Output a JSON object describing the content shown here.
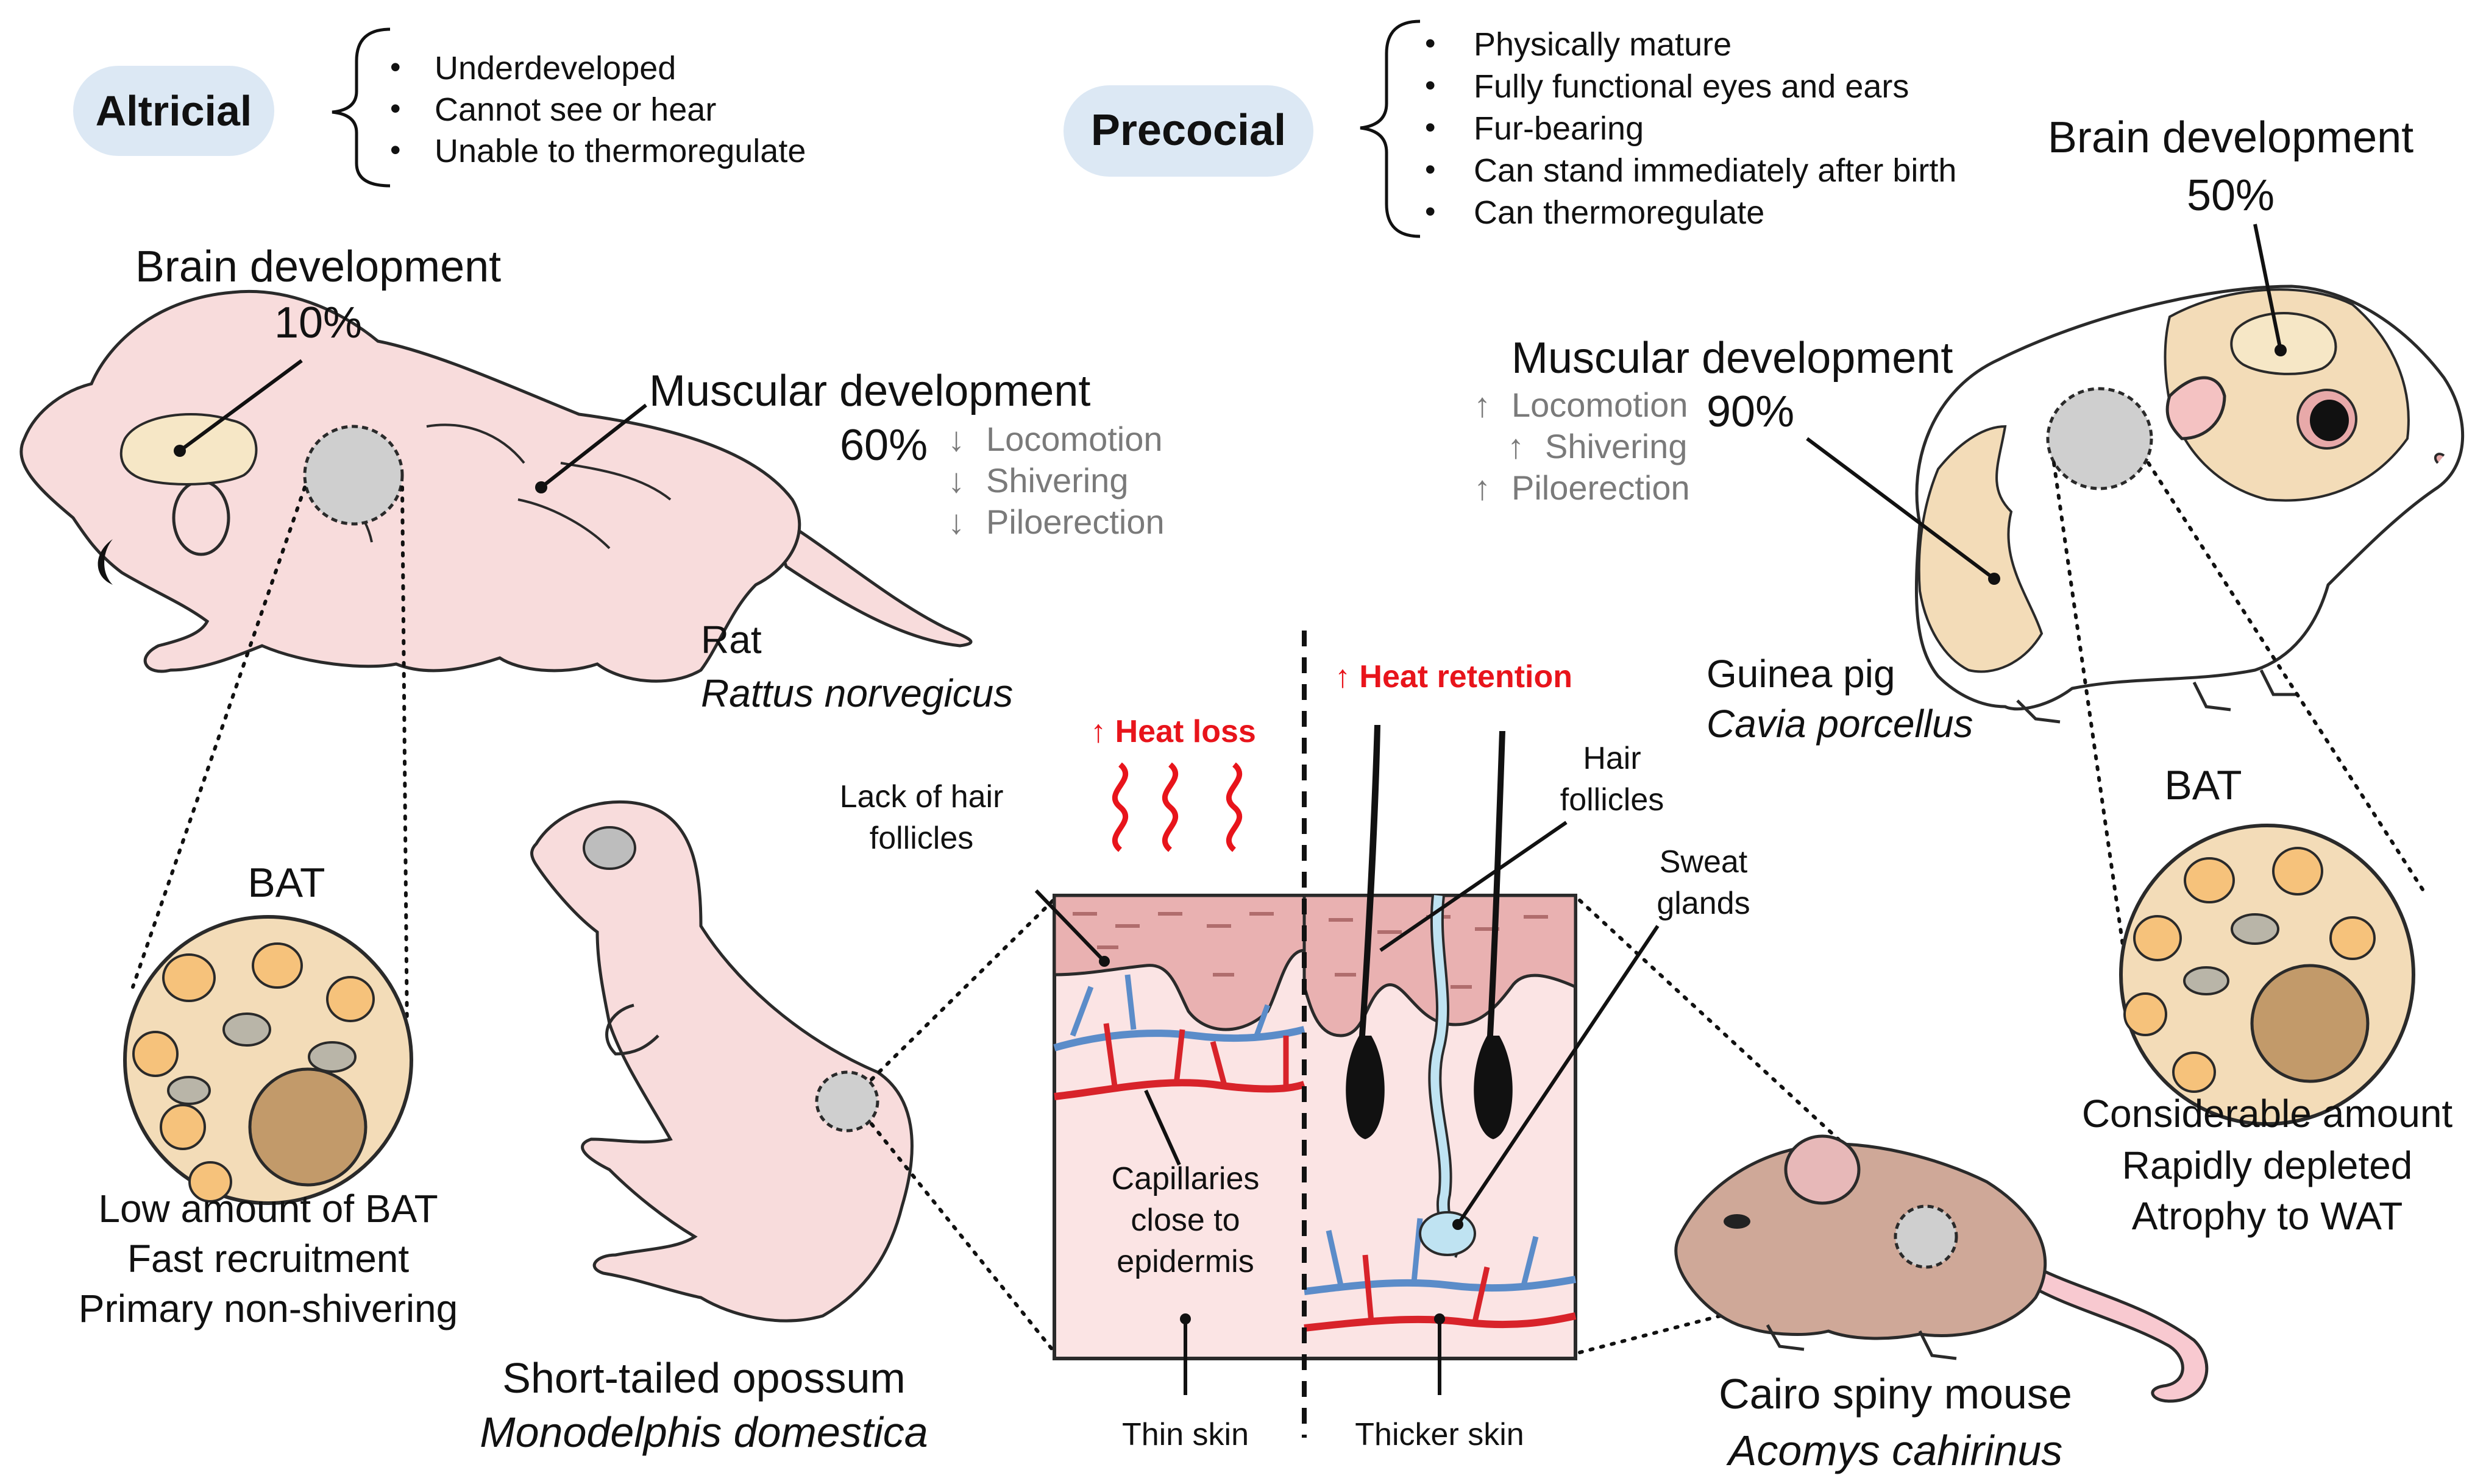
{
  "altricial": {
    "label": "Altricial",
    "traits": [
      "Underdeveloped",
      "Cannot see or hear",
      "Unable to thermoregulate"
    ]
  },
  "precocial": {
    "label": "Precocial",
    "traits": [
      "Physically mature",
      "Fully functional eyes and ears",
      "Fur-bearing",
      "Can stand immediately after birth",
      "Can thermoregulate"
    ]
  },
  "rat": {
    "brain_title": "Brain development",
    "brain_value": "10%",
    "muscle_title": "Muscular development",
    "muscle_value": "60%",
    "effects": [
      "Locomotion",
      "Shivering",
      "Piloerection"
    ],
    "arrow": "↓",
    "name": "Rat",
    "species": "Rattus norvegicus",
    "bat_title": "BAT",
    "bat_notes": [
      "Low amount of BAT",
      "Fast recruitment",
      "Primary non-shivering"
    ]
  },
  "guinea_pig": {
    "brain_title": "Brain development",
    "brain_value": "50%",
    "muscle_title": "Muscular development",
    "muscle_value": "90%",
    "effects": [
      "Locomotion",
      "Shivering",
      "Piloerection"
    ],
    "arrow": "↑",
    "name": "Guinea pig",
    "species": "Cavia porcellus",
    "bat_title": "BAT",
    "bat_notes": [
      "Considerable amount",
      "Rapidly depleted",
      "Atrophy to WAT"
    ]
  },
  "opossum": {
    "name": "Short-tailed opossum",
    "species": "Monodelphis domestica"
  },
  "spiny_mouse": {
    "name": "Cairo spiny mouse",
    "species": "Acomys cahirinus"
  },
  "skin": {
    "heat_loss": "↑ Heat loss",
    "heat_retention": "↑ Heat retention",
    "lack_hair": [
      "Lack of hair",
      "follicles"
    ],
    "hair_follicles": [
      "Hair",
      "follicles"
    ],
    "sweat_glands": [
      "Sweat",
      "glands"
    ],
    "capillaries": [
      "Capillaries",
      "close to",
      "epidermis"
    ],
    "thin_skin": "Thin skin",
    "thicker_skin": "Thicker skin"
  },
  "colors": {
    "pill": "#dce8f4",
    "pink_skin": "#f8dcdc",
    "skin_outline": "#2a2a2a",
    "bat_fill": "#f3dcb8",
    "adipocyte": "#f6c27b",
    "nucleus": "#c29a6a",
    "heat_red": "#e8141b",
    "vessel_blue": "#5b8cc9",
    "vessel_red": "#d8232a",
    "gray_circle": "#cfcfcf",
    "guinea_tan": "#f3dcb8",
    "mouse_brown": "#cfa898",
    "gray_text": "#7a7a7a"
  }
}
